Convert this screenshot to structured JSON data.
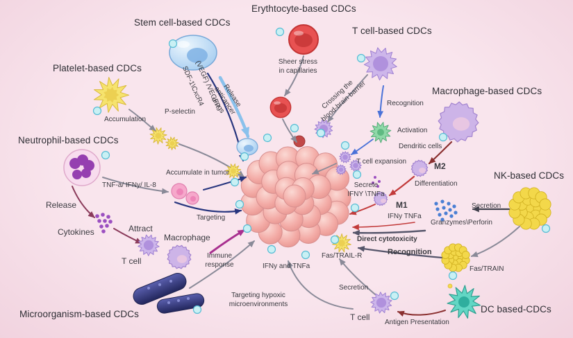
{
  "background": "#f6dde6",
  "titles": {
    "erythrocyte": "Erythtocyte-based CDCs",
    "stem": "Stem cell-based CDCs",
    "t_cell": "T cell-based CDCs",
    "platelet": "Platelet-based CDCs",
    "macrophage": "Macrophage-based CDCs",
    "neutrophil": "Neutrophil-based CDCs",
    "nk": "NK-based CDCs",
    "microorganism": "Microorganism-based CDCs",
    "dc": "DC based-CDCs"
  },
  "annotations": {
    "sheer_stress": "Sheer stress\nin capillaries",
    "vegf": "(VEGF) /VEGFR",
    "sdf": "SDF-1\\CxcR4",
    "release_drugs": "Release\nanticancer\ndrugs",
    "accumulation": "Accumulation",
    "p_selectin": "P-selectin",
    "crossing_bbb": "Crossing the\nblood-brain barrier",
    "recognition_t": "Recognition",
    "activation": "Activation",
    "dendritic_cells": "Dendritic cells",
    "t_cell_expansion": "T cell expansion",
    "m2": "M2",
    "differentiation": "Differentiation",
    "m1": "M1",
    "secrete_ifny": "Secrete\nIFNY \\TNFa",
    "tnf_ifny_il8": "TNF-a/ IFNy/ IL-8",
    "accumulate_in_tumor": "Accumulate in tumor",
    "targeting": "Targeting",
    "release": "Release",
    "cytokines": "Cytokines",
    "attract": "Attract",
    "t_cell_left": "T cell",
    "macrophage_mid": "Macrophage",
    "immune_response": "Immune\nresponse",
    "ifny_tnfa": "IFNy  TNFa",
    "secretion_nk": "Secretion",
    "granzymes_perforin": "Granzymes\\Perforin",
    "direct_cytotoxicity": "Direct cytotoxicity",
    "fas_trail_r": "Fas/TRAIL-R",
    "recognition_nk": "Recognition",
    "fas_train": "Fas/TRAIN",
    "ifny_and_tnfa": "IFNy and TNFa",
    "targeting_hypoxic": "Targeting hypoxic\nmicroenvironments",
    "secretion_dc": "Secretion",
    "t_cell_bottom": "T cell",
    "antigen_presentation": "Antigen Presentation"
  }
}
